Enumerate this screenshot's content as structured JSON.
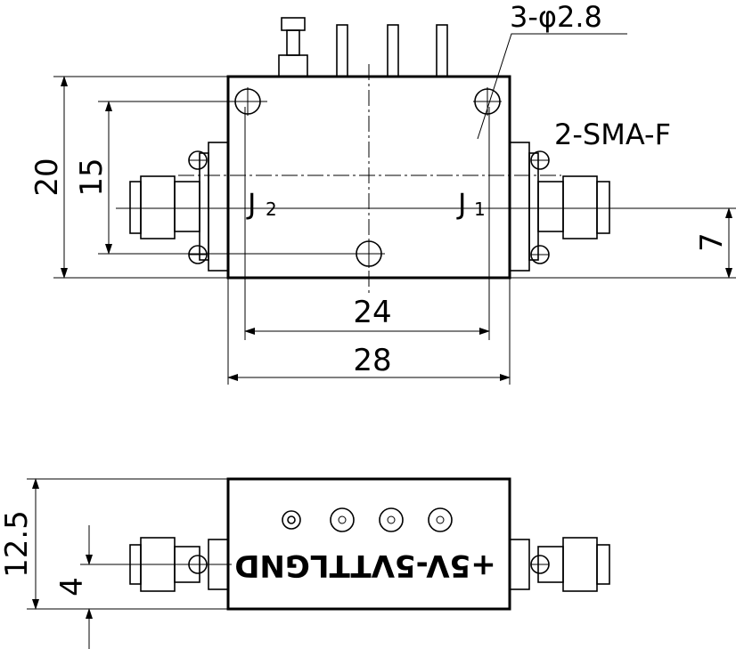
{
  "top_view": {
    "hole_callout": "3-φ2.8",
    "connector_callout": "2-SMA-F",
    "port_left": "J",
    "port_left_sub": "2",
    "port_right": "J",
    "port_right_sub": "1",
    "dim_height_outer": "20",
    "dim_height_inner": "15",
    "dim_width_inner": "24",
    "dim_width_outer": "28",
    "dim_port_offset": "7"
  },
  "side_view": {
    "dim_height": "12.5",
    "dim_port_height": "4",
    "pin_label": "+5V-5VTTLGND"
  }
}
